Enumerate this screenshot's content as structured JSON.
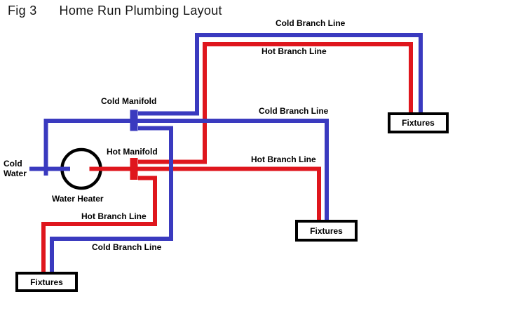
{
  "title": {
    "fig": "Fig 3",
    "text": "Home Run Plumbing Layout"
  },
  "colors": {
    "cold": "#3a3abf",
    "hot": "#df161d",
    "outline": "#000000"
  },
  "labels": {
    "cold_branch_top": "Cold Branch Line",
    "hot_branch_top": "Hot Branch Line",
    "cold_manifold": "Cold Manifold",
    "cold_branch_middle": "Cold Branch Line",
    "hot_manifold": "Hot Manifold",
    "hot_branch_middle": "Hot Branch Line",
    "cold_water": "Cold Water",
    "water_heater": "Water Heater",
    "hot_branch_bottom": "Hot Branch Line",
    "cold_branch_bottom": "Cold Branch Line"
  },
  "fixtures": {
    "top_right": "Fixtures",
    "middle": "Fixtures",
    "bottom_left": "Fixtures"
  }
}
